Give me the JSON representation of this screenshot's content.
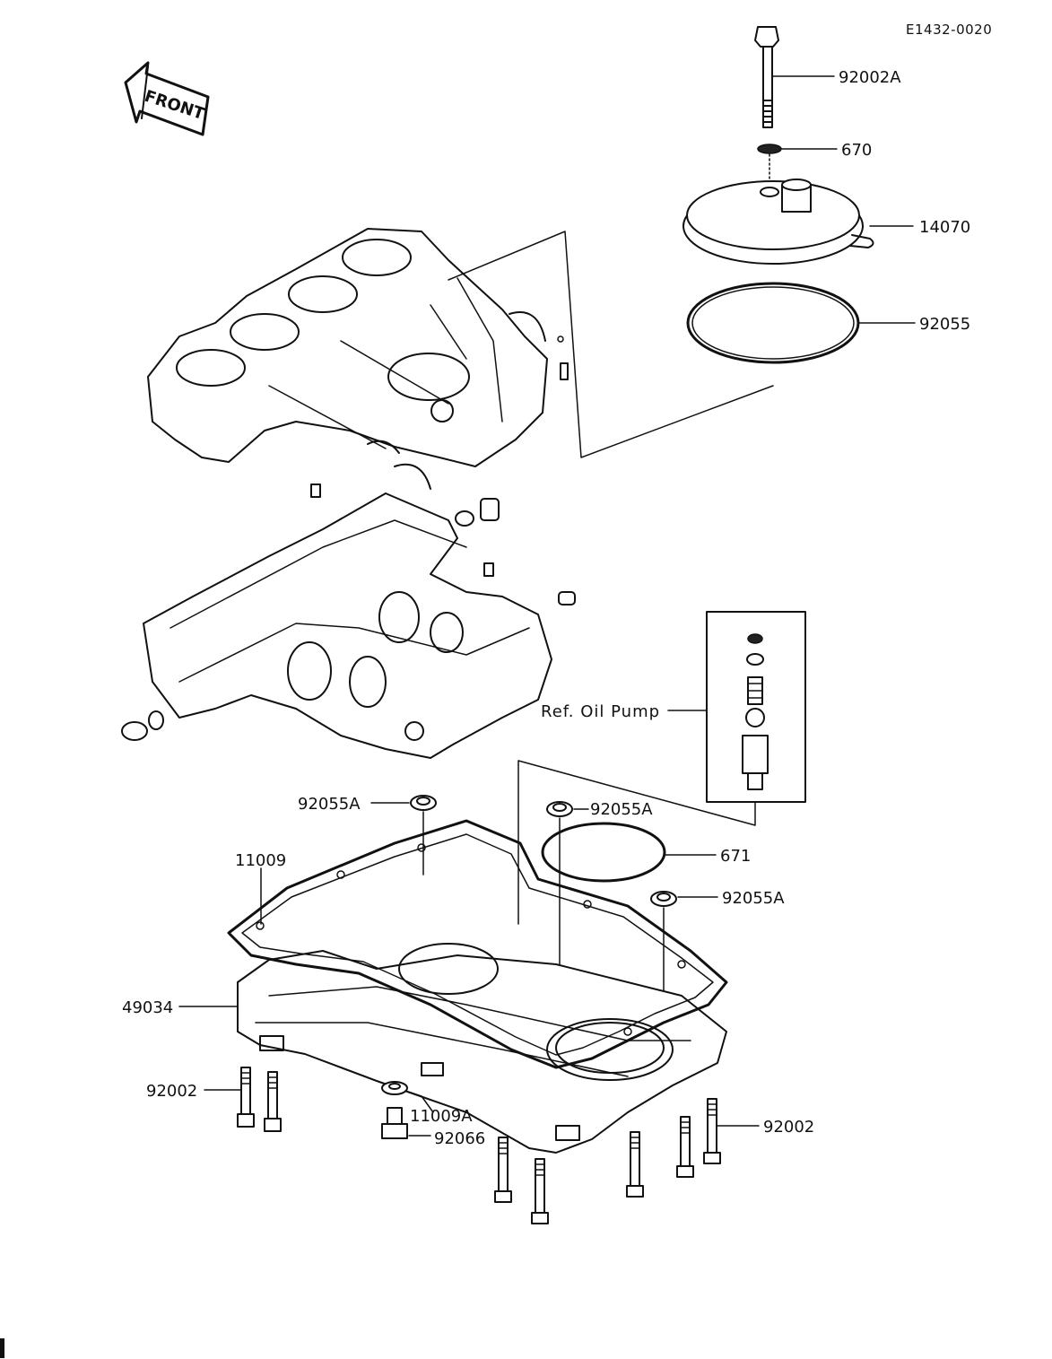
{
  "diagram": {
    "code": "E1432-0020",
    "front_label": "FRONT",
    "ref_label": "Ref. Oil Pump"
  },
  "callouts": {
    "bolt_top": "92002A",
    "washer_top": "670",
    "oil_filter_cover": "14070",
    "cover_o_ring": "92055",
    "o_ring_left": "92055A",
    "o_ring_center": "92055A",
    "o_ring_right": "92055A",
    "pan_gasket": "11009",
    "pump_o_ring": "671",
    "oil_pan": "49034",
    "bolts_left": "92002",
    "drain_gasket": "11009A",
    "drain_plug": "92066",
    "bolts_right": "92002"
  }
}
